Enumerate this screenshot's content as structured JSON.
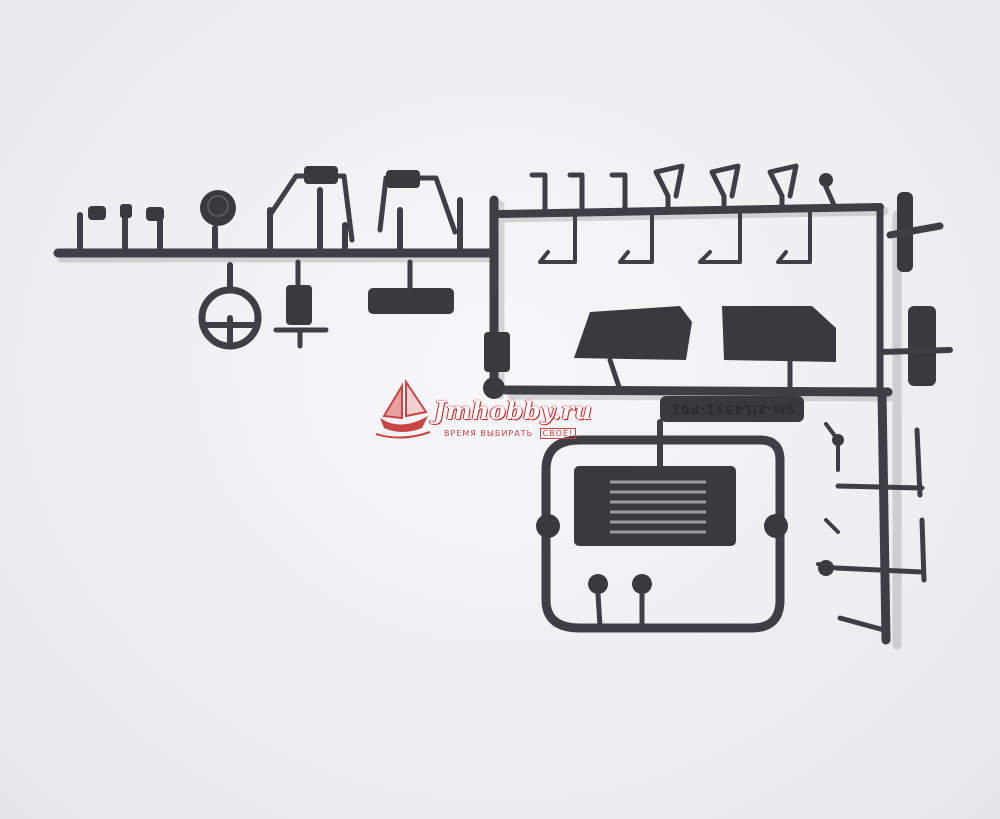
{
  "watermark": {
    "site": "Jmhobby.ru",
    "tagline": "ВРЕМЯ ВЫБИРАТЬ",
    "tagline_end": "СВОЁ!",
    "brand_color": "#c94545"
  },
  "sprue": {
    "code_label": "SM-ZIL4331-P01",
    "plastic_color": "#3f3e46"
  }
}
